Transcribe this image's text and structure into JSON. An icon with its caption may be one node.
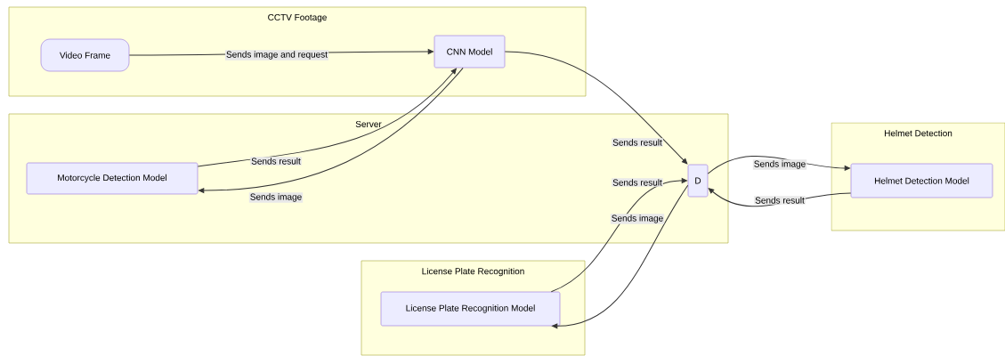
{
  "diagram": {
    "nodes": [
      {
        "text": [
          "CCTV Footage"
        ]
      },
      {
        "text": [
          "Video Frame"
        ],
        "in": 0
      },
      {
        "text": [
          "CNN Model"
        ],
        "in": 0
      },
      {
        "text": [
          "Server"
        ]
      },
      {
        "text": [
          "Motorcycle Detection Model"
        ],
        "in": 3
      },
      {
        "text": [
          "D"
        ],
        "in": 3
      },
      {
        "text": [
          "Helmet Detection"
        ]
      },
      {
        "text": [
          "Helmet Detection Model"
        ],
        "in": 6
      },
      {
        "text": [
          "License Plate Recognition"
        ]
      },
      {
        "text": [
          "License Plate Recognition Model"
        ],
        "in": 8
      }
    ],
    "edges": [
      {
        "from": 1,
        "to": 2,
        "arrow": "to",
        "label": "Sends image and request"
      },
      {
        "from": 4,
        "to": 2,
        "arrow": "to",
        "label": "Sends result"
      },
      {
        "from": 2,
        "to": 4,
        "arrow": "to",
        "label": "Sends image"
      },
      {
        "from": 2,
        "to": 5,
        "arrow": "to",
        "label": "Sends result"
      },
      {
        "from": 9,
        "to": 5,
        "arrow": "to",
        "label": "Sends result"
      },
      {
        "from": 5,
        "to": 9,
        "arrow": "to",
        "label": "Sends image"
      },
      {
        "from": 5,
        "to": 7,
        "arrow": "to",
        "label": "Sends image"
      },
      {
        "from": 7,
        "to": 5,
        "arrow": "to",
        "label": "Sends result"
      }
    ]
  }
}
